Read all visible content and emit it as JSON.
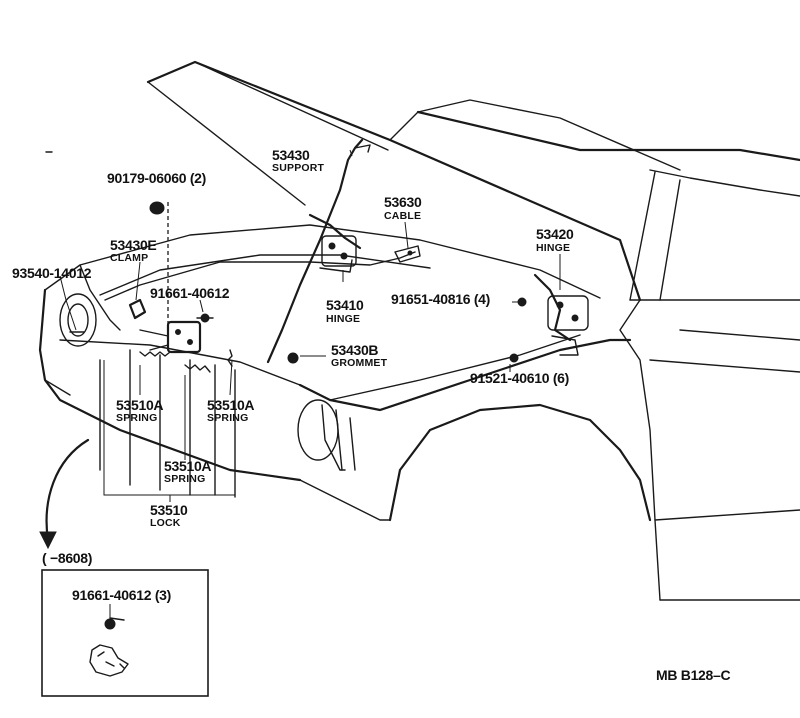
{
  "parts": {
    "p90179": {
      "number": "90179-06060 (2)"
    },
    "p53430": {
      "number": "53430",
      "name": "SUPPORT"
    },
    "p53630": {
      "number": "53630",
      "name": "CABLE"
    },
    "p53420": {
      "number": "53420",
      "name": "HINGE"
    },
    "p53430e": {
      "number": "53430E",
      "name": "CLAMP"
    },
    "p93540": {
      "number": "93540-14012"
    },
    "p91661a": {
      "number": "91661-40612"
    },
    "p53410": {
      "number": "53410",
      "name": "HINGE"
    },
    "p91651": {
      "number": "91651-40816 (4)"
    },
    "p53430b": {
      "number": "53430B",
      "name": "GROMMET"
    },
    "p91521": {
      "number": "91521-40610 (6)"
    },
    "p53510a_left": {
      "number": "53510A",
      "name": "SPRING"
    },
    "p53510a_right": {
      "number": "53510A",
      "name": "SPRING"
    },
    "p53510a_center": {
      "number": "53510A",
      "name": "SPRING"
    },
    "p53510": {
      "number": "53510",
      "name": "LOCK"
    }
  },
  "inset": {
    "range_label": "(        −8608)",
    "part_number": "91661-40612 (3)"
  },
  "drawing_code": "MB B128–C"
}
